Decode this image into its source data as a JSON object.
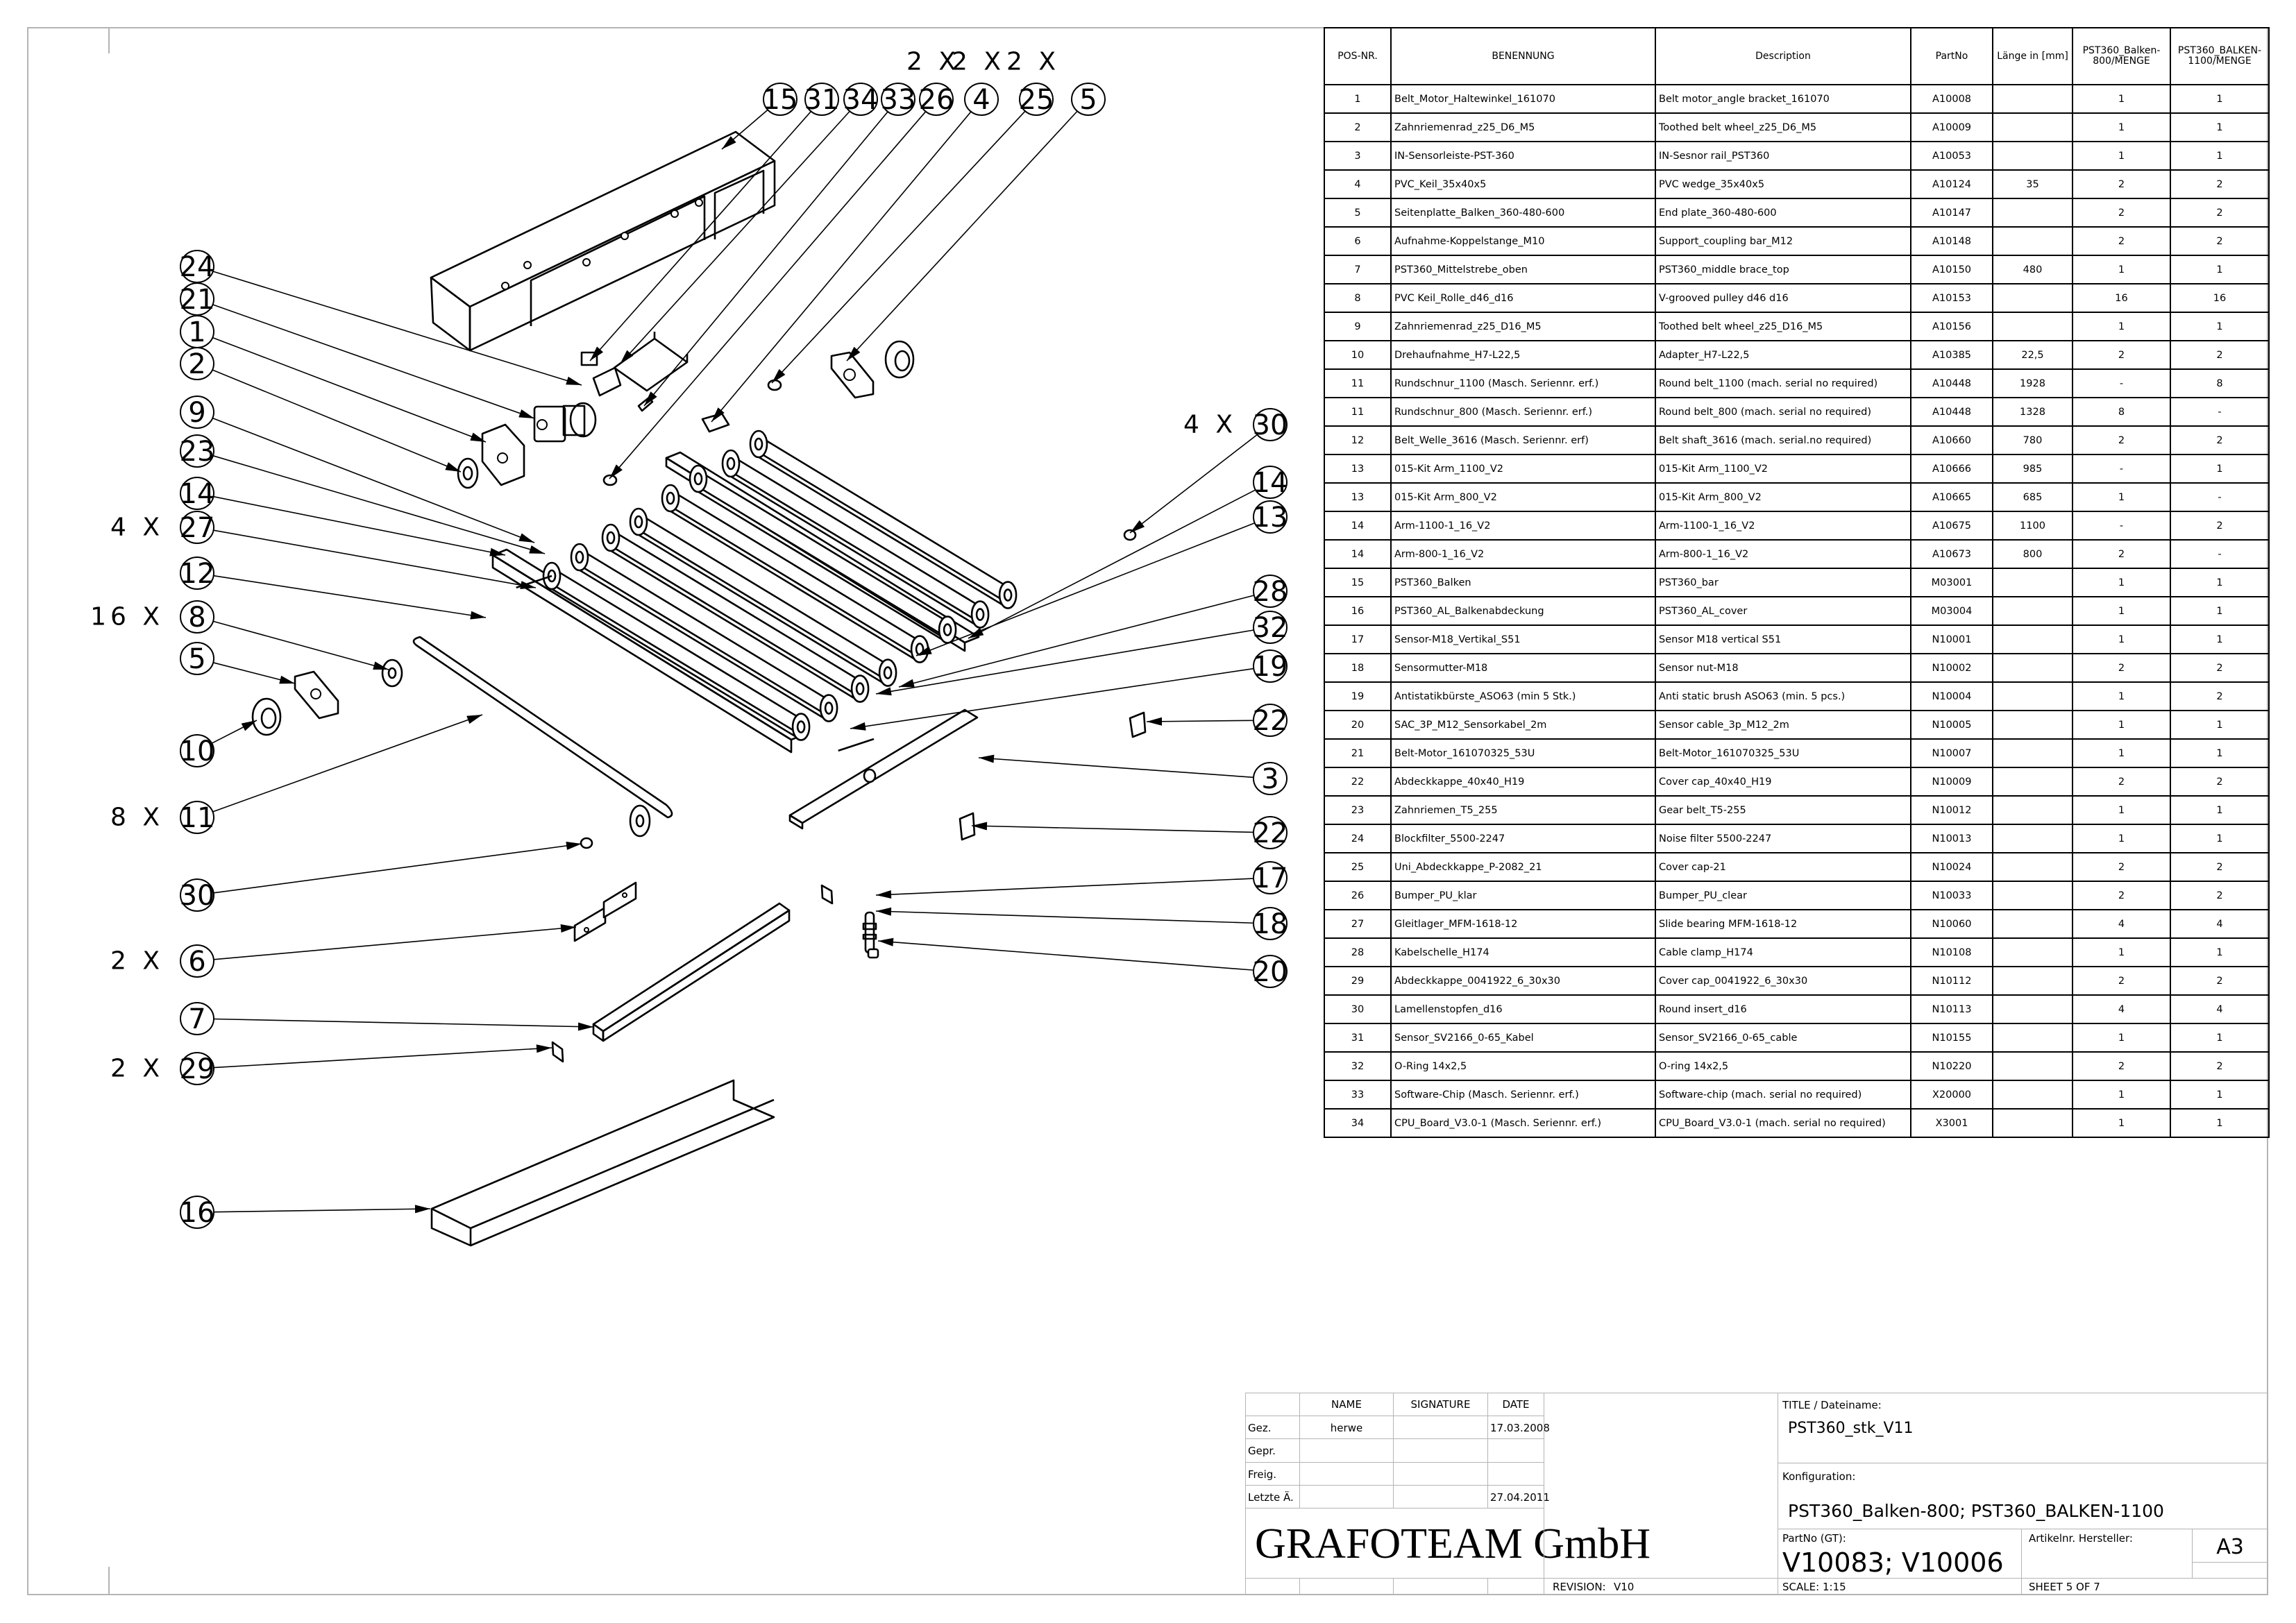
{
  "document": {
    "type": "exploded assembly drawing",
    "sheet_format": "A3"
  },
  "balloons": [
    {
      "id": "b15-top",
      "number": "15",
      "qty": ""
    },
    {
      "id": "b31-top",
      "number": "31",
      "qty": ""
    },
    {
      "id": "b34-top",
      "number": "34",
      "qty": ""
    },
    {
      "id": "b33-top",
      "number": "33",
      "qty": ""
    },
    {
      "id": "b26-top",
      "number": "26",
      "qty": "2 X"
    },
    {
      "id": "b4-top",
      "number": "4",
      "qty": "2 X"
    },
    {
      "id": "b25-top",
      "number": "25",
      "qty": "2 X"
    },
    {
      "id": "b5-top",
      "number": "5",
      "qty": ""
    },
    {
      "id": "b24-left",
      "number": "24",
      "qty": ""
    },
    {
      "id": "b21-left",
      "number": "21",
      "qty": ""
    },
    {
      "id": "b1-left",
      "number": "1",
      "qty": ""
    },
    {
      "id": "b2-left",
      "number": "2",
      "qty": ""
    },
    {
      "id": "b9-left",
      "number": "9",
      "qty": ""
    },
    {
      "id": "b23-left",
      "number": "23",
      "qty": ""
    },
    {
      "id": "b14-left",
      "number": "14",
      "qty": ""
    },
    {
      "id": "b27-left",
      "number": "27",
      "qty": "4 X"
    },
    {
      "id": "b12-left",
      "number": "12",
      "qty": ""
    },
    {
      "id": "b8-left",
      "number": "8",
      "qty": "16 X"
    },
    {
      "id": "b5-left",
      "number": "5",
      "qty": ""
    },
    {
      "id": "b10-left",
      "number": "10",
      "qty": ""
    },
    {
      "id": "b11-left",
      "number": "11",
      "qty": "8 X"
    },
    {
      "id": "b30-left",
      "number": "30",
      "qty": ""
    },
    {
      "id": "b6-left",
      "number": "6",
      "qty": "2 X"
    },
    {
      "id": "b7-left",
      "number": "7",
      "qty": ""
    },
    {
      "id": "b29-left",
      "number": "29",
      "qty": "2 X"
    },
    {
      "id": "b16-left",
      "number": "16",
      "qty": ""
    },
    {
      "id": "b30-right",
      "number": "30",
      "qty": "4 X"
    },
    {
      "id": "b14-right",
      "number": "14",
      "qty": ""
    },
    {
      "id": "b13-right",
      "number": "13",
      "qty": ""
    },
    {
      "id": "b28-right",
      "number": "28",
      "qty": ""
    },
    {
      "id": "b32-right",
      "number": "32",
      "qty": ""
    },
    {
      "id": "b19-right",
      "number": "19",
      "qty": ""
    },
    {
      "id": "b22-right-a",
      "number": "22",
      "qty": ""
    },
    {
      "id": "b3-right",
      "number": "3",
      "qty": ""
    },
    {
      "id": "b22-right-b",
      "number": "22",
      "qty": ""
    },
    {
      "id": "b17-right",
      "number": "17",
      "qty": ""
    },
    {
      "id": "b18-right",
      "number": "18",
      "qty": ""
    },
    {
      "id": "b20-right",
      "number": "20",
      "qty": ""
    }
  ],
  "bom": {
    "headers": {
      "pos": "POS-NR.",
      "benennung": "BENENNUNG",
      "description": "Description",
      "partno": "PartNo",
      "laenge": "Länge in [mm]",
      "qty800": "PST360_Balken-800/MENGE",
      "qty1100": "PST360_BALKEN-1100/MENGE"
    },
    "rows": [
      {
        "pos": "1",
        "benennung": "Belt_Motor_Haltewinkel_161070",
        "description": "Belt motor_angle bracket_161070",
        "partno": "A10008",
        "laenge": "",
        "qty800": "1",
        "qty1100": "1"
      },
      {
        "pos": "2",
        "benennung": "Zahnriemenrad_z25_D6_M5",
        "description": "Toothed belt wheel_z25_D6_M5",
        "partno": "A10009",
        "laenge": "",
        "qty800": "1",
        "qty1100": "1"
      },
      {
        "pos": "3",
        "benennung": "IN-Sensorleiste-PST-360",
        "description": "IN-Sesnor rail_PST360",
        "partno": "A10053",
        "laenge": "",
        "qty800": "1",
        "qty1100": "1"
      },
      {
        "pos": "4",
        "benennung": "PVC_Keil_35x40x5",
        "description": "PVC wedge_35x40x5",
        "partno": "A10124",
        "laenge": "35",
        "qty800": "2",
        "qty1100": "2"
      },
      {
        "pos": "5",
        "benennung": "Seitenplatte_Balken_360-480-600",
        "description": "End plate_360-480-600",
        "partno": "A10147",
        "laenge": "",
        "qty800": "2",
        "qty1100": "2"
      },
      {
        "pos": "6",
        "benennung": "Aufnahme-Koppelstange_M10",
        "description": "Support_coupling bar_M12",
        "partno": "A10148",
        "laenge": "",
        "qty800": "2",
        "qty1100": "2"
      },
      {
        "pos": "7",
        "benennung": "PST360_Mittelstrebe_oben",
        "description": "PST360_middle brace_top",
        "partno": "A10150",
        "laenge": "480",
        "qty800": "1",
        "qty1100": "1"
      },
      {
        "pos": "8",
        "benennung": "PVC Keil_Rolle_d46_d16",
        "description": "V-grooved pulley d46 d16",
        "partno": "A10153",
        "laenge": "",
        "qty800": "16",
        "qty1100": "16"
      },
      {
        "pos": "9",
        "benennung": "Zahnriemenrad_z25_D16_M5",
        "description": "Toothed belt wheel_z25_D16_M5",
        "partno": "A10156",
        "laenge": "",
        "qty800": "1",
        "qty1100": "1"
      },
      {
        "pos": "10",
        "benennung": "Drehaufnahme_H7-L22,5",
        "description": "Adapter_H7-L22,5",
        "partno": "A10385",
        "laenge": "22,5",
        "qty800": "2",
        "qty1100": "2"
      },
      {
        "pos": "11",
        "benennung": "Rundschnur_1100 (Masch. Seriennr. erf.)",
        "description": "Round belt_1100 (mach. serial no required)",
        "partno": "A10448",
        "laenge": "1928",
        "qty800": "-",
        "qty1100": "8"
      },
      {
        "pos": "11",
        "benennung": "Rundschnur_800 (Masch. Seriennr. erf.)",
        "description": "Round belt_800 (mach. serial no required)",
        "partno": "A10448",
        "laenge": "1328",
        "qty800": "8",
        "qty1100": "-"
      },
      {
        "pos": "12",
        "benennung": "Belt_Welle_3616 (Masch. Seriennr. erf)",
        "description": "Belt shaft_3616 (mach. serial.no required)",
        "partno": "A10660",
        "laenge": "780",
        "qty800": "2",
        "qty1100": "2"
      },
      {
        "pos": "13",
        "benennung": "015-Kit Arm_1100_V2",
        "description": "015-Kit Arm_1100_V2",
        "partno": "A10666",
        "laenge": "985",
        "qty800": "-",
        "qty1100": "1"
      },
      {
        "pos": "13",
        "benennung": "015-Kit Arm_800_V2",
        "description": "015-Kit Arm_800_V2",
        "partno": "A10665",
        "laenge": "685",
        "qty800": "1",
        "qty1100": "-"
      },
      {
        "pos": "14",
        "benennung": "Arm-1100-1_16_V2",
        "description": "Arm-1100-1_16_V2",
        "partno": "A10675",
        "laenge": "1100",
        "qty800": "-",
        "qty1100": "2"
      },
      {
        "pos": "14",
        "benennung": "Arm-800-1_16_V2",
        "description": "Arm-800-1_16_V2",
        "partno": "A10673",
        "laenge": "800",
        "qty800": "2",
        "qty1100": "-"
      },
      {
        "pos": "15",
        "benennung": "PST360_Balken",
        "description": "PST360_bar",
        "partno": "M03001",
        "laenge": "",
        "qty800": "1",
        "qty1100": "1"
      },
      {
        "pos": "16",
        "benennung": "PST360_AL_Balkenabdeckung",
        "description": "PST360_AL_cover",
        "partno": "M03004",
        "laenge": "",
        "qty800": "1",
        "qty1100": "1"
      },
      {
        "pos": "17",
        "benennung": "Sensor-M18_Vertikal_S51",
        "description": "Sensor M18 vertical S51",
        "partno": "N10001",
        "laenge": "",
        "qty800": "1",
        "qty1100": "1"
      },
      {
        "pos": "18",
        "benennung": "Sensormutter-M18",
        "description": "Sensor nut-M18",
        "partno": "N10002",
        "laenge": "",
        "qty800": "2",
        "qty1100": "2"
      },
      {
        "pos": "19",
        "benennung": "Antistatikbürste_ASO63 (min 5 Stk.)",
        "description": "Anti static brush ASO63 (min. 5 pcs.)",
        "partno": "N10004",
        "laenge": "",
        "qty800": "1",
        "qty1100": "2"
      },
      {
        "pos": "20",
        "benennung": "SAC_3P_M12_Sensorkabel_2m",
        "description": "Sensor cable_3p_M12_2m",
        "partno": "N10005",
        "laenge": "",
        "qty800": "1",
        "qty1100": "1"
      },
      {
        "pos": "21",
        "benennung": "Belt-Motor_161070325_53U",
        "description": "Belt-Motor_161070325_53U",
        "partno": "N10007",
        "laenge": "",
        "qty800": "1",
        "qty1100": "1"
      },
      {
        "pos": "22",
        "benennung": "Abdeckkappe_40x40_H19",
        "description": "Cover cap_40x40_H19",
        "partno": "N10009",
        "laenge": "",
        "qty800": "2",
        "qty1100": "2"
      },
      {
        "pos": "23",
        "benennung": "Zahnriemen_T5_255",
        "description": "Gear belt_T5-255",
        "partno": "N10012",
        "laenge": "",
        "qty800": "1",
        "qty1100": "1"
      },
      {
        "pos": "24",
        "benennung": "Blockfilter_5500-2247",
        "description": "Noise filter 5500-2247",
        "partno": "N10013",
        "laenge": "",
        "qty800": "1",
        "qty1100": "1"
      },
      {
        "pos": "25",
        "benennung": "Uni_Abdeckkappe_P-2082_21",
        "description": "Cover cap-21",
        "partno": "N10024",
        "laenge": "",
        "qty800": "2",
        "qty1100": "2"
      },
      {
        "pos": "26",
        "benennung": "Bumper_PU_klar",
        "description": "Bumper_PU_clear",
        "partno": "N10033",
        "laenge": "",
        "qty800": "2",
        "qty1100": "2"
      },
      {
        "pos": "27",
        "benennung": "Gleitlager_MFM-1618-12",
        "description": "Slide bearing MFM-1618-12",
        "partno": "N10060",
        "laenge": "",
        "qty800": "4",
        "qty1100": "4"
      },
      {
        "pos": "28",
        "benennung": "Kabelschelle_H174",
        "description": "Cable clamp_H174",
        "partno": "N10108",
        "laenge": "",
        "qty800": "1",
        "qty1100": "1"
      },
      {
        "pos": "29",
        "benennung": "Abdeckkappe_0041922_6_30x30",
        "description": "Cover cap_0041922_6_30x30",
        "partno": "N10112",
        "laenge": "",
        "qty800": "2",
        "qty1100": "2"
      },
      {
        "pos": "30",
        "benennung": "Lamellenstopfen_d16",
        "description": "Round insert_d16",
        "partno": "N10113",
        "laenge": "",
        "qty800": "4",
        "qty1100": "4"
      },
      {
        "pos": "31",
        "benennung": "Sensor_SV2166_0-65_Kabel",
        "description": "Sensor_SV2166_0-65_cable",
        "partno": "N10155",
        "laenge": "",
        "qty800": "1",
        "qty1100": "1"
      },
      {
        "pos": "32",
        "benennung": "O-Ring 14x2,5",
        "description": "O-ring 14x2,5",
        "partno": "N10220",
        "laenge": "",
        "qty800": "2",
        "qty1100": "2"
      },
      {
        "pos": "33",
        "benennung": "Software-Chip (Masch. Seriennr. erf.)",
        "description": "Software-chip (mach. serial no required)",
        "partno": "X20000",
        "laenge": "",
        "qty800": "1",
        "qty1100": "1"
      },
      {
        "pos": "34",
        "benennung": "CPU_Board_V3.0-1 (Masch. Seriennr. erf.)",
        "description": "CPU_Board_V3.0-1 (mach. serial no required)",
        "partno": "X3001",
        "laenge": "",
        "qty800": "1",
        "qty1100": "1"
      }
    ]
  },
  "title_block": {
    "col_name": "NAME",
    "col_signature": "SIGNATURE",
    "col_date": "DATE",
    "rows": [
      {
        "label": "Gez.",
        "name": "herwe",
        "signature": "",
        "date": "17.03.2008"
      },
      {
        "label": "Gepr.",
        "name": "",
        "signature": "",
        "date": ""
      },
      {
        "label": "Freig.",
        "name": "",
        "signature": "",
        "date": ""
      },
      {
        "label": "Letzte Ä.",
        "name": "",
        "signature": "",
        "date": "27.04.2011"
      }
    ],
    "company": "GRAFOTEAM GmbH",
    "revision_label": "REVISION:",
    "revision": "V10",
    "title_label": "TITLE / Dateiname:",
    "title": "PST360_stk_V11",
    "config_label": "Konfiguration:",
    "config": "PST360_Balken-800; PST360_BALKEN-1100",
    "partno_label": "PartNo (GT):",
    "partno": "V10083; V10006",
    "manufacturer_label": "Artikelnr. Hersteller:",
    "manufacturer": "",
    "size": "A3",
    "scale_label": "SCALE:",
    "scale": "1:15",
    "sheet_label": "SHEET",
    "sheet": "5",
    "sheet_of_label": "OF",
    "sheet_total": "7"
  }
}
